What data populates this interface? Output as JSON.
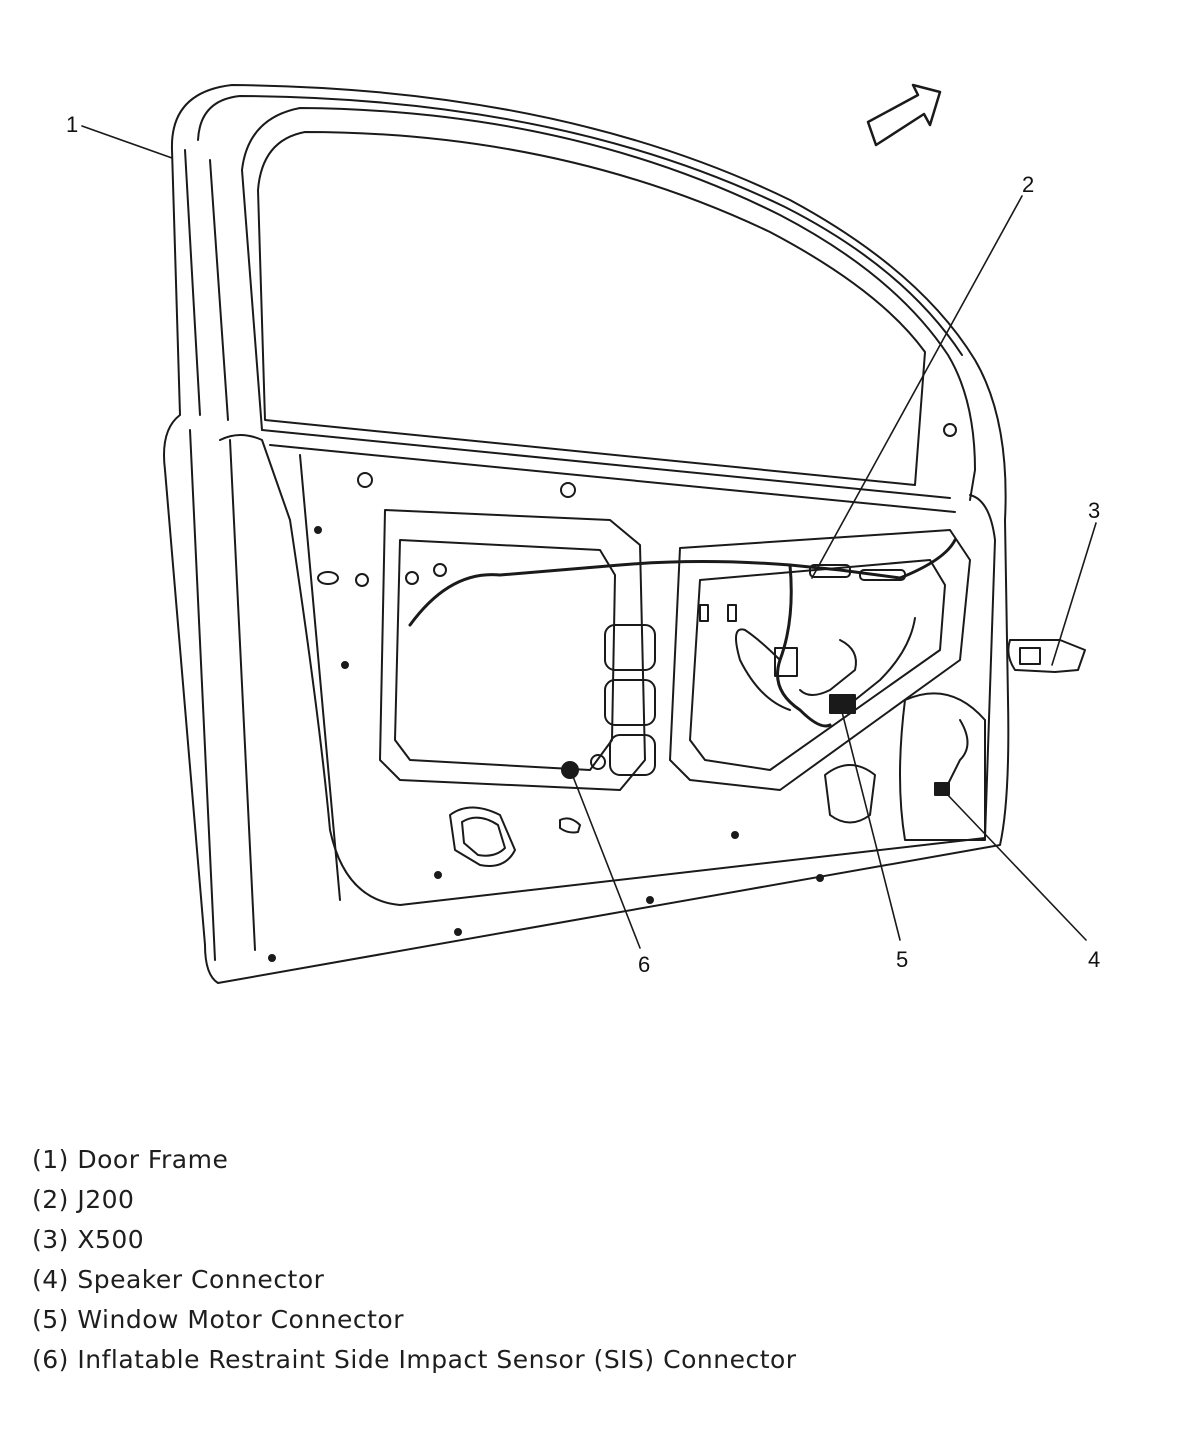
{
  "callouts": [
    {
      "num": "1",
      "label": "Door Frame"
    },
    {
      "num": "2",
      "label": "J200"
    },
    {
      "num": "3",
      "label": "X500"
    },
    {
      "num": "4",
      "label": "Speaker Connector"
    },
    {
      "num": "5",
      "label": "Window Motor Connector"
    },
    {
      "num": "6",
      "label": "Inflatable Restraint Side Impact Sensor (SIS) Connector"
    }
  ],
  "legend": [
    "(1) Door Frame",
    "(2) J200",
    "(3) X500",
    "(4) Speaker Connector",
    "(5) Window Motor Connector",
    "(6) Inflatable Restraint Side Impact Sensor (SIS) Connector"
  ],
  "colors": {
    "line": "#1a1a1a",
    "background": "#ffffff"
  }
}
